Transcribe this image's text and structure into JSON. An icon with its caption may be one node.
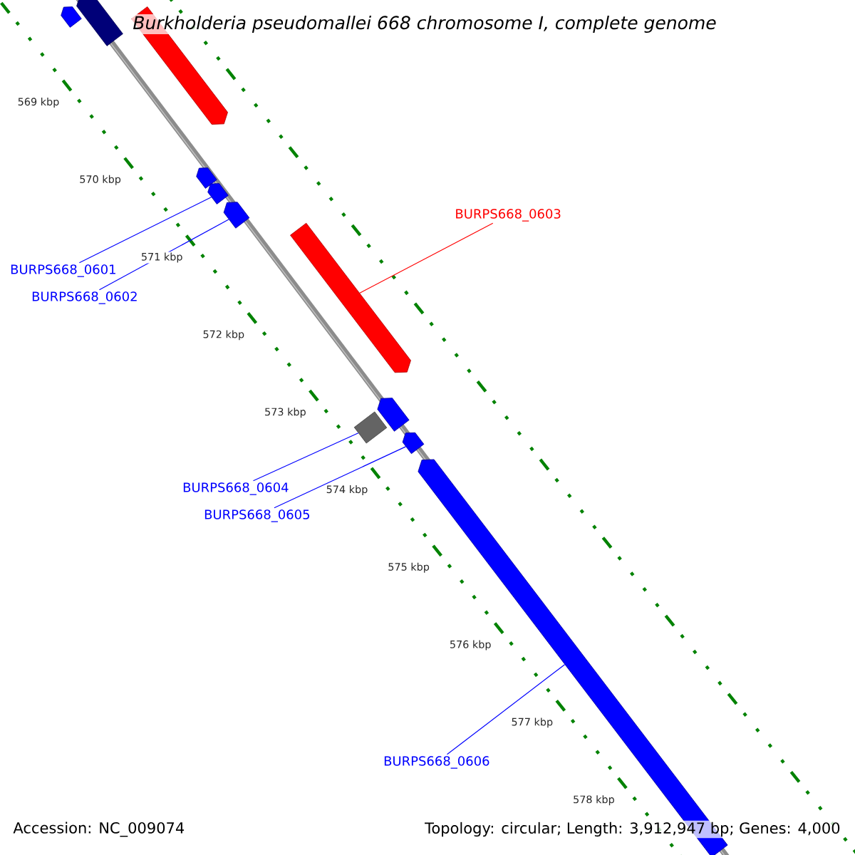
{
  "diagram": {
    "title": "Burkholderia pseudomallei 668 chromosome I, complete genome",
    "nodes": [
      {
        "text": [
          "BURPS668_0601"
        ]
      },
      {
        "text": [
          "BURPS668_0602"
        ]
      },
      {
        "text": [
          "BURPS668_0603"
        ]
      },
      {
        "text": [
          "BURPS668_0604"
        ]
      },
      {
        "text": [
          "BURPS668_0605"
        ]
      },
      {
        "text": [
          "BURPS668_0606"
        ]
      },
      {
        "text": [],
        "shape": "arrow"
      },
      {
        "text": [],
        "shape": "arrow"
      },
      {
        "text": [],
        "shape": "arrow"
      },
      {
        "text": [],
        "shape": "arrow"
      },
      {
        "text": [],
        "shape": "arrow"
      },
      {
        "text": [],
        "shape": "arrow"
      },
      {
        "text": [],
        "shape": "arrow"
      },
      {
        "text": [],
        "shape": "arrow"
      },
      {
        "text": [],
        "shape": "box"
      },
      {
        "text": [],
        "shape": "arrow"
      },
      {
        "text": [],
        "shape": "arrow"
      }
    ],
    "edges": [
      {
        "from": 0,
        "to": 10,
        "arrow": "none"
      },
      {
        "from": 1,
        "to": 11,
        "arrow": "none"
      },
      {
        "from": 2,
        "to": 12,
        "arrow": "none",
        "color": "#ff0000"
      },
      {
        "from": 3,
        "to": 14,
        "arrow": "none"
      },
      {
        "from": 4,
        "to": 15,
        "arrow": "none"
      },
      {
        "from": 5,
        "to": 16,
        "arrow": "none"
      }
    ],
    "labels": [
      "569 kbp",
      "570 kbp",
      "571 kbp",
      "572 kbp",
      "573 kbp",
      "574 kbp",
      "575 kbp",
      "576 kbp",
      "577 kbp",
      "578 kbp",
      "Accession: NC_009074",
      "Topology: circular; Length: 3,912,947 bp; Genes: 4,000"
    ]
  }
}
